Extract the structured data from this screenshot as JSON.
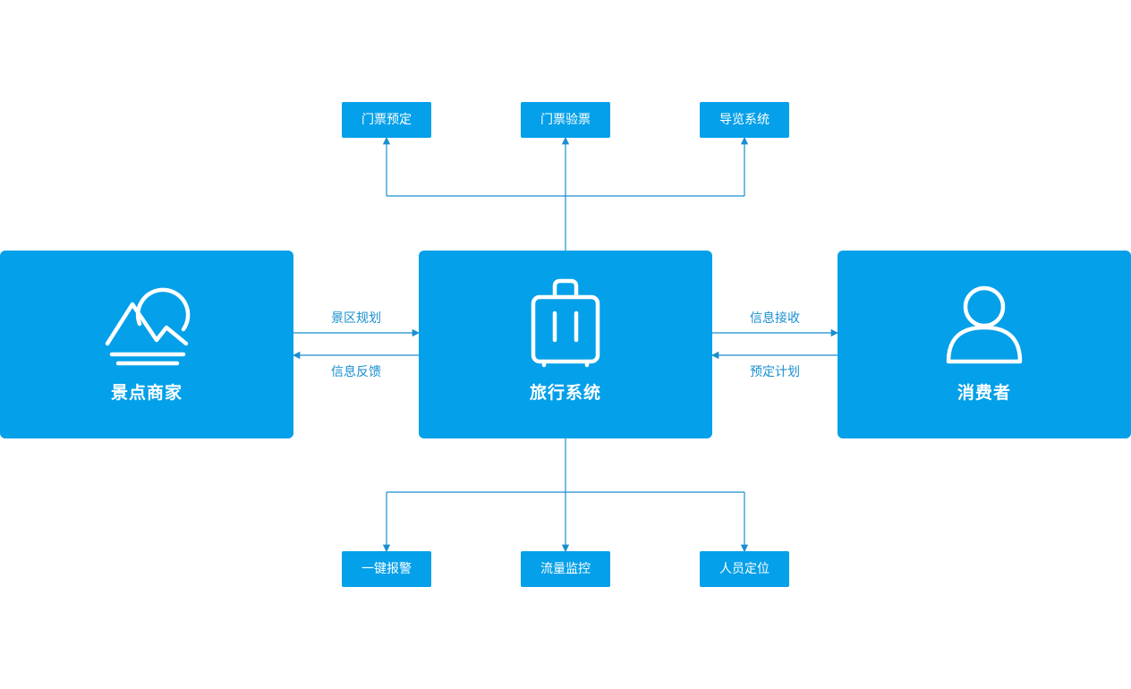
{
  "nodes": {
    "merchant": {
      "label": "景点商家",
      "icon": "mountain-sun-icon"
    },
    "system": {
      "label": "旅行系统",
      "icon": "suitcase-icon"
    },
    "consumer": {
      "label": "消费者",
      "icon": "person-icon"
    }
  },
  "top_modules": [
    "门票预定",
    "门票验票",
    "导览系统"
  ],
  "bottom_modules": [
    "一键报警",
    "流量监控",
    "人员定位"
  ],
  "flows": {
    "merchant_to_system": "景区规划",
    "system_to_merchant": "信息反馈",
    "system_to_consumer": "信息接收",
    "consumer_to_system": "预定计划"
  },
  "colors": {
    "box_fill": "#04a0e9",
    "line": "#1a8fd0",
    "text_on_box": "#ffffff",
    "flow_text": "#1a8fd0"
  }
}
